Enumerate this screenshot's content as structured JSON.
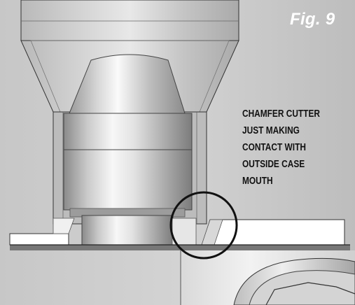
{
  "figure": {
    "label": "Fig. 9",
    "callout_lines": [
      "CHAMFER CUTTER",
      "JUST MAKING",
      "CONTACT WITH",
      "OUTSIDE CASE",
      "MOUTH"
    ]
  },
  "colors": {
    "background": "#cfcfcf",
    "metal_light": "#f2f2f2",
    "metal_dark": "#7f7f7f",
    "outline": "#1a1a1a",
    "highlight_circle": "#111111",
    "label_text": "#ffffff"
  }
}
